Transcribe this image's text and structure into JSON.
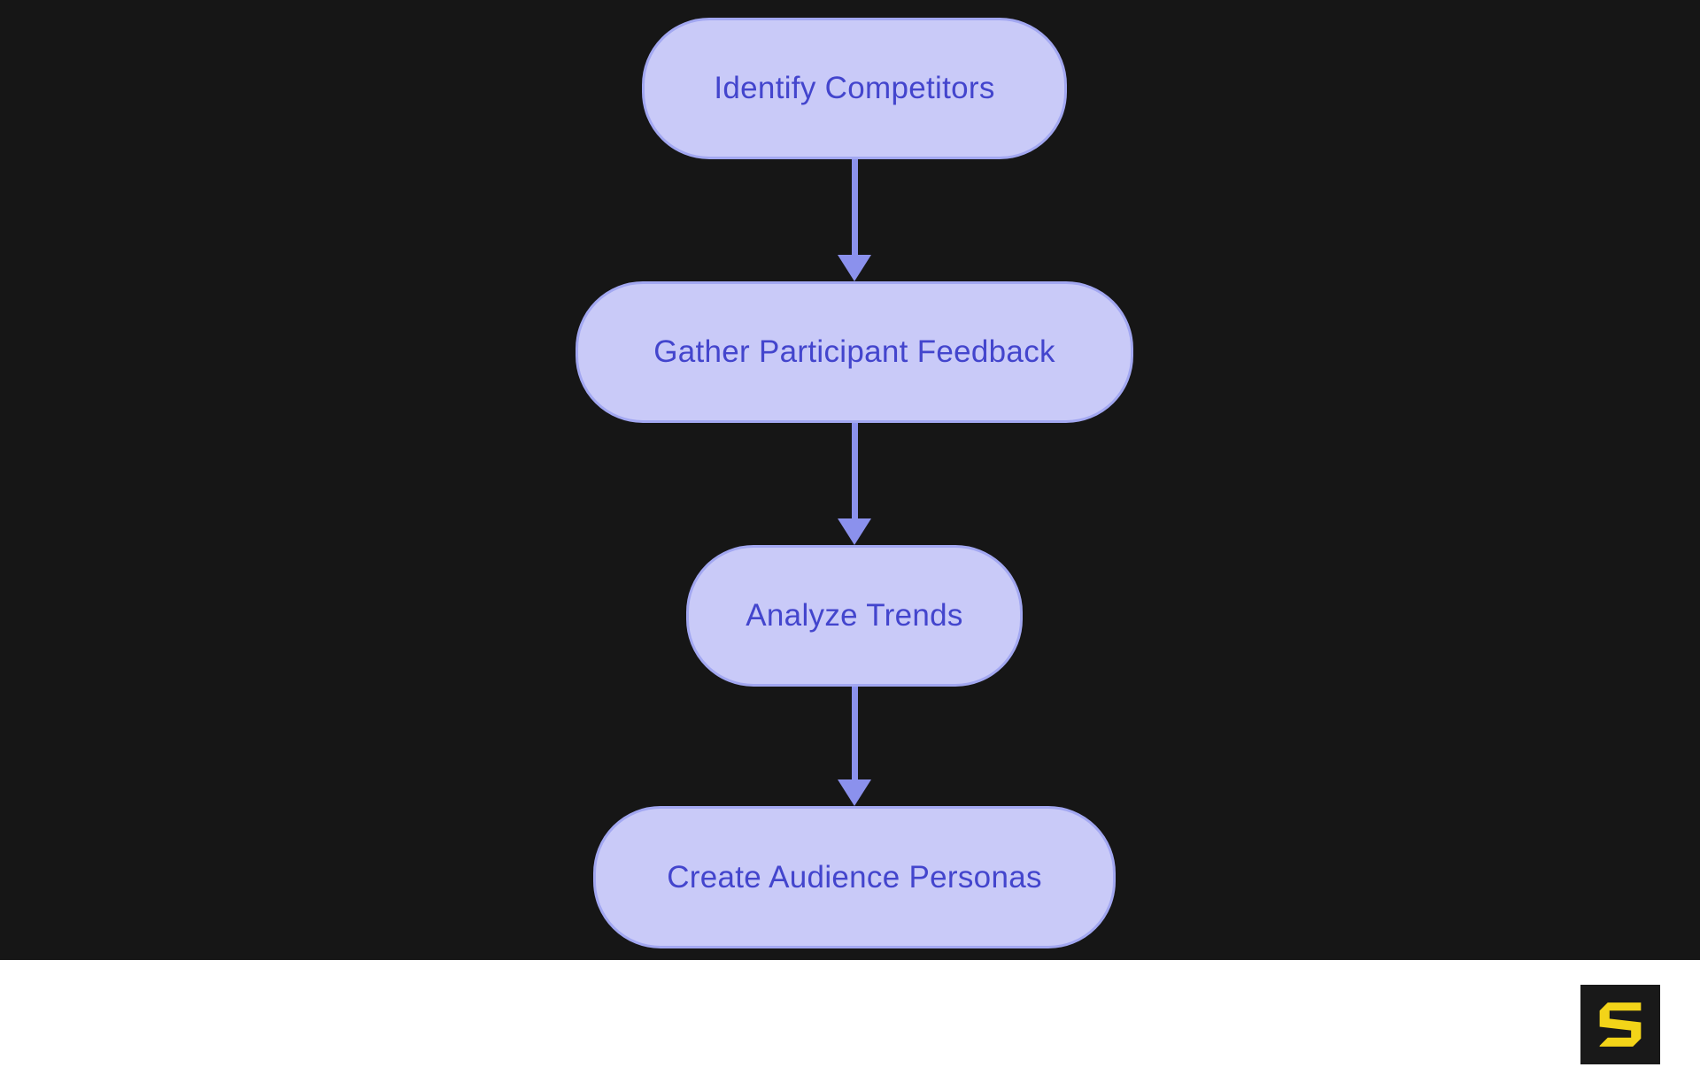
{
  "theme": {
    "bg": "#161616",
    "node_fill": "#c9caf8",
    "node_border": "#a2a7f1",
    "node_text": "#4345cd",
    "arrow": "#8b91ed",
    "footer_bg": "#ffffff",
    "logo_bg": "#191919",
    "logo_fg": "#f3d418"
  },
  "diagram": {
    "type": "flowchart",
    "direction": "top-down",
    "nodes": [
      {
        "id": "n1",
        "label": "Identify Competitors"
      },
      {
        "id": "n2",
        "label": "Gather Participant Feedback"
      },
      {
        "id": "n3",
        "label": "Analyze Trends"
      },
      {
        "id": "n4",
        "label": "Create Audience Personas"
      }
    ],
    "edges": [
      {
        "from": "n1",
        "to": "n2"
      },
      {
        "from": "n2",
        "to": "n3"
      },
      {
        "from": "n3",
        "to": "n4"
      }
    ]
  },
  "footer": {
    "logo_letter": "S"
  }
}
